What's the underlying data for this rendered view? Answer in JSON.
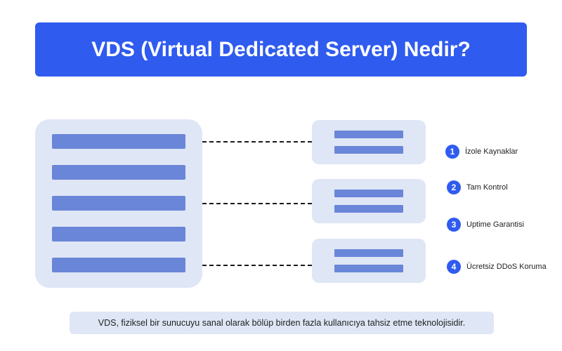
{
  "header": {
    "title": "VDS (Virtual Dedicated Server) Nedir?"
  },
  "features": [
    {
      "number": "1",
      "label": "İzole Kaynaklar"
    },
    {
      "number": "2",
      "label": "Tam Kontrol"
    },
    {
      "number": "3",
      "label": "Uptime Garantisi"
    },
    {
      "number": "4",
      "label": "Ücretsiz DDoS Koruma"
    }
  ],
  "caption": "VDS, fiziksel bir sunucuyu sanal olarak bölüp birden fazla kullanıcıya tahsiz etme teknolojisidir.",
  "colors": {
    "accent": "#2f5bef",
    "box_background": "#dfe6f5",
    "bar": "#6a86d9"
  }
}
